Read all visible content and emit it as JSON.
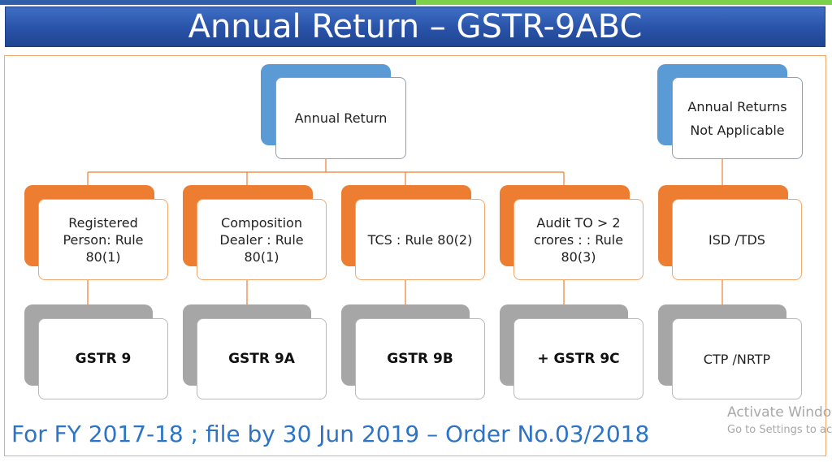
{
  "title": "Annual Return – GSTR-9ABC",
  "root": "Annual Return",
  "not_applicable": "Annual Returns\nNot Applicable",
  "rules": [
    "Registered\nPerson: Rule\n80(1)",
    "Composition\nDealer  : Rule\n80(1)",
    "TCS : Rule 80(2)",
    "Audit TO > 2\ncrores : : Rule\n80(3)"
  ],
  "forms": [
    "GSTR 9",
    "GSTR 9A",
    "GSTR 9B",
    "+ GSTR 9C"
  ],
  "exempt": [
    "ISD /TDS",
    "CTP /NRTP"
  ],
  "footer": "For FY 2017-18 ; file by 30 Jun 2019 – Order No.03/2018",
  "watermark": {
    "line1": "Activate Windo",
    "line2": "Go to Settings to ac"
  },
  "colors": {
    "banner": "#2952a8",
    "blue": "#5b9bd5",
    "orange": "#ed7d31",
    "gray": "#a6a6a6",
    "footer_text": "#2e74c6"
  }
}
